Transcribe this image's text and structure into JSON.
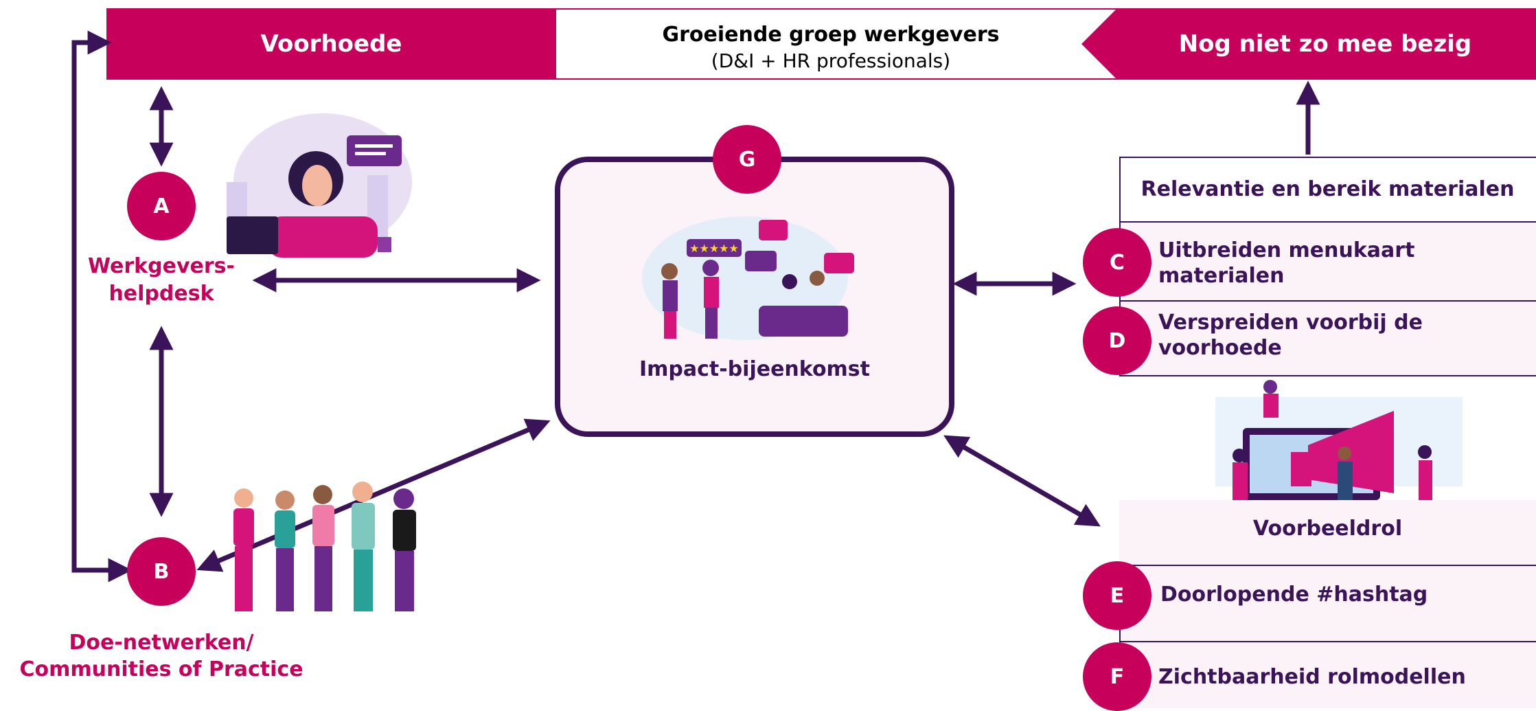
{
  "top_bar": {
    "left_label": "Voorhoede",
    "center_title": "Groeiende groep werkgevers",
    "center_subtitle": "(D&I + HR professionals)",
    "right_label": "Nog niet zo mee bezig"
  },
  "nodes": {
    "a": {
      "letter": "A",
      "label_line1": "Werkgevers-",
      "label_line2": "helpdesk"
    },
    "b": {
      "letter": "B",
      "label_line1": "Doe-netwerken/",
      "label_line2": "Communities of Practice"
    },
    "g": {
      "letter": "G",
      "label": "Impact-bijeenkomst"
    }
  },
  "right_panel_top": {
    "heading": "Relevantie en bereik materialen",
    "items": [
      {
        "letter": "C",
        "line1": "Uitbreiden menukaart",
        "line2": "materialen"
      },
      {
        "letter": "D",
        "line1": "Verspreiden voorbij de",
        "line2": "voorhoede"
      }
    ]
  },
  "right_panel_bottom": {
    "heading": "Voorbeeldrol",
    "items": [
      {
        "letter": "E",
        "text": "Doorlopende #hashtag"
      },
      {
        "letter": "F",
        "text": "Zichtbaarheid rolmodellen"
      }
    ]
  },
  "colors": {
    "magenta": "#c6005b",
    "dark_purple": "#3a1359",
    "light_pink": "#fbf3f7"
  }
}
